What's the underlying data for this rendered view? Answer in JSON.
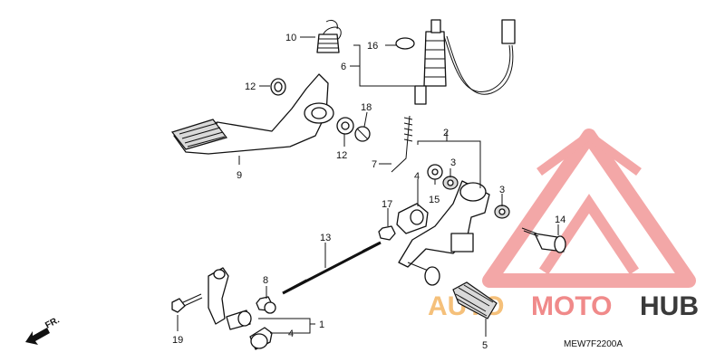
{
  "callouts": {
    "c1": "1",
    "c2": "2",
    "c3a": "3",
    "c3b": "3",
    "c4a": "4",
    "c4b": "4",
    "c5": "5",
    "c6": "6",
    "c7": "7",
    "c8": "8",
    "c9": "9",
    "c10": "10",
    "c12a": "12",
    "c12b": "12",
    "c13": "13",
    "c14": "14",
    "c15": "15",
    "c16": "16",
    "c17": "17",
    "c18": "18",
    "c19": "19"
  },
  "direction_label": "FR.",
  "diagram_code": "MEW7F2200A",
  "watermark": {
    "word1": "AUTO",
    "word2": "MOTO",
    "word3": "HUB",
    "color_red": "#f08a8a",
    "color_orange": "#f5c07a",
    "color_gray": "#3a3a3a"
  }
}
